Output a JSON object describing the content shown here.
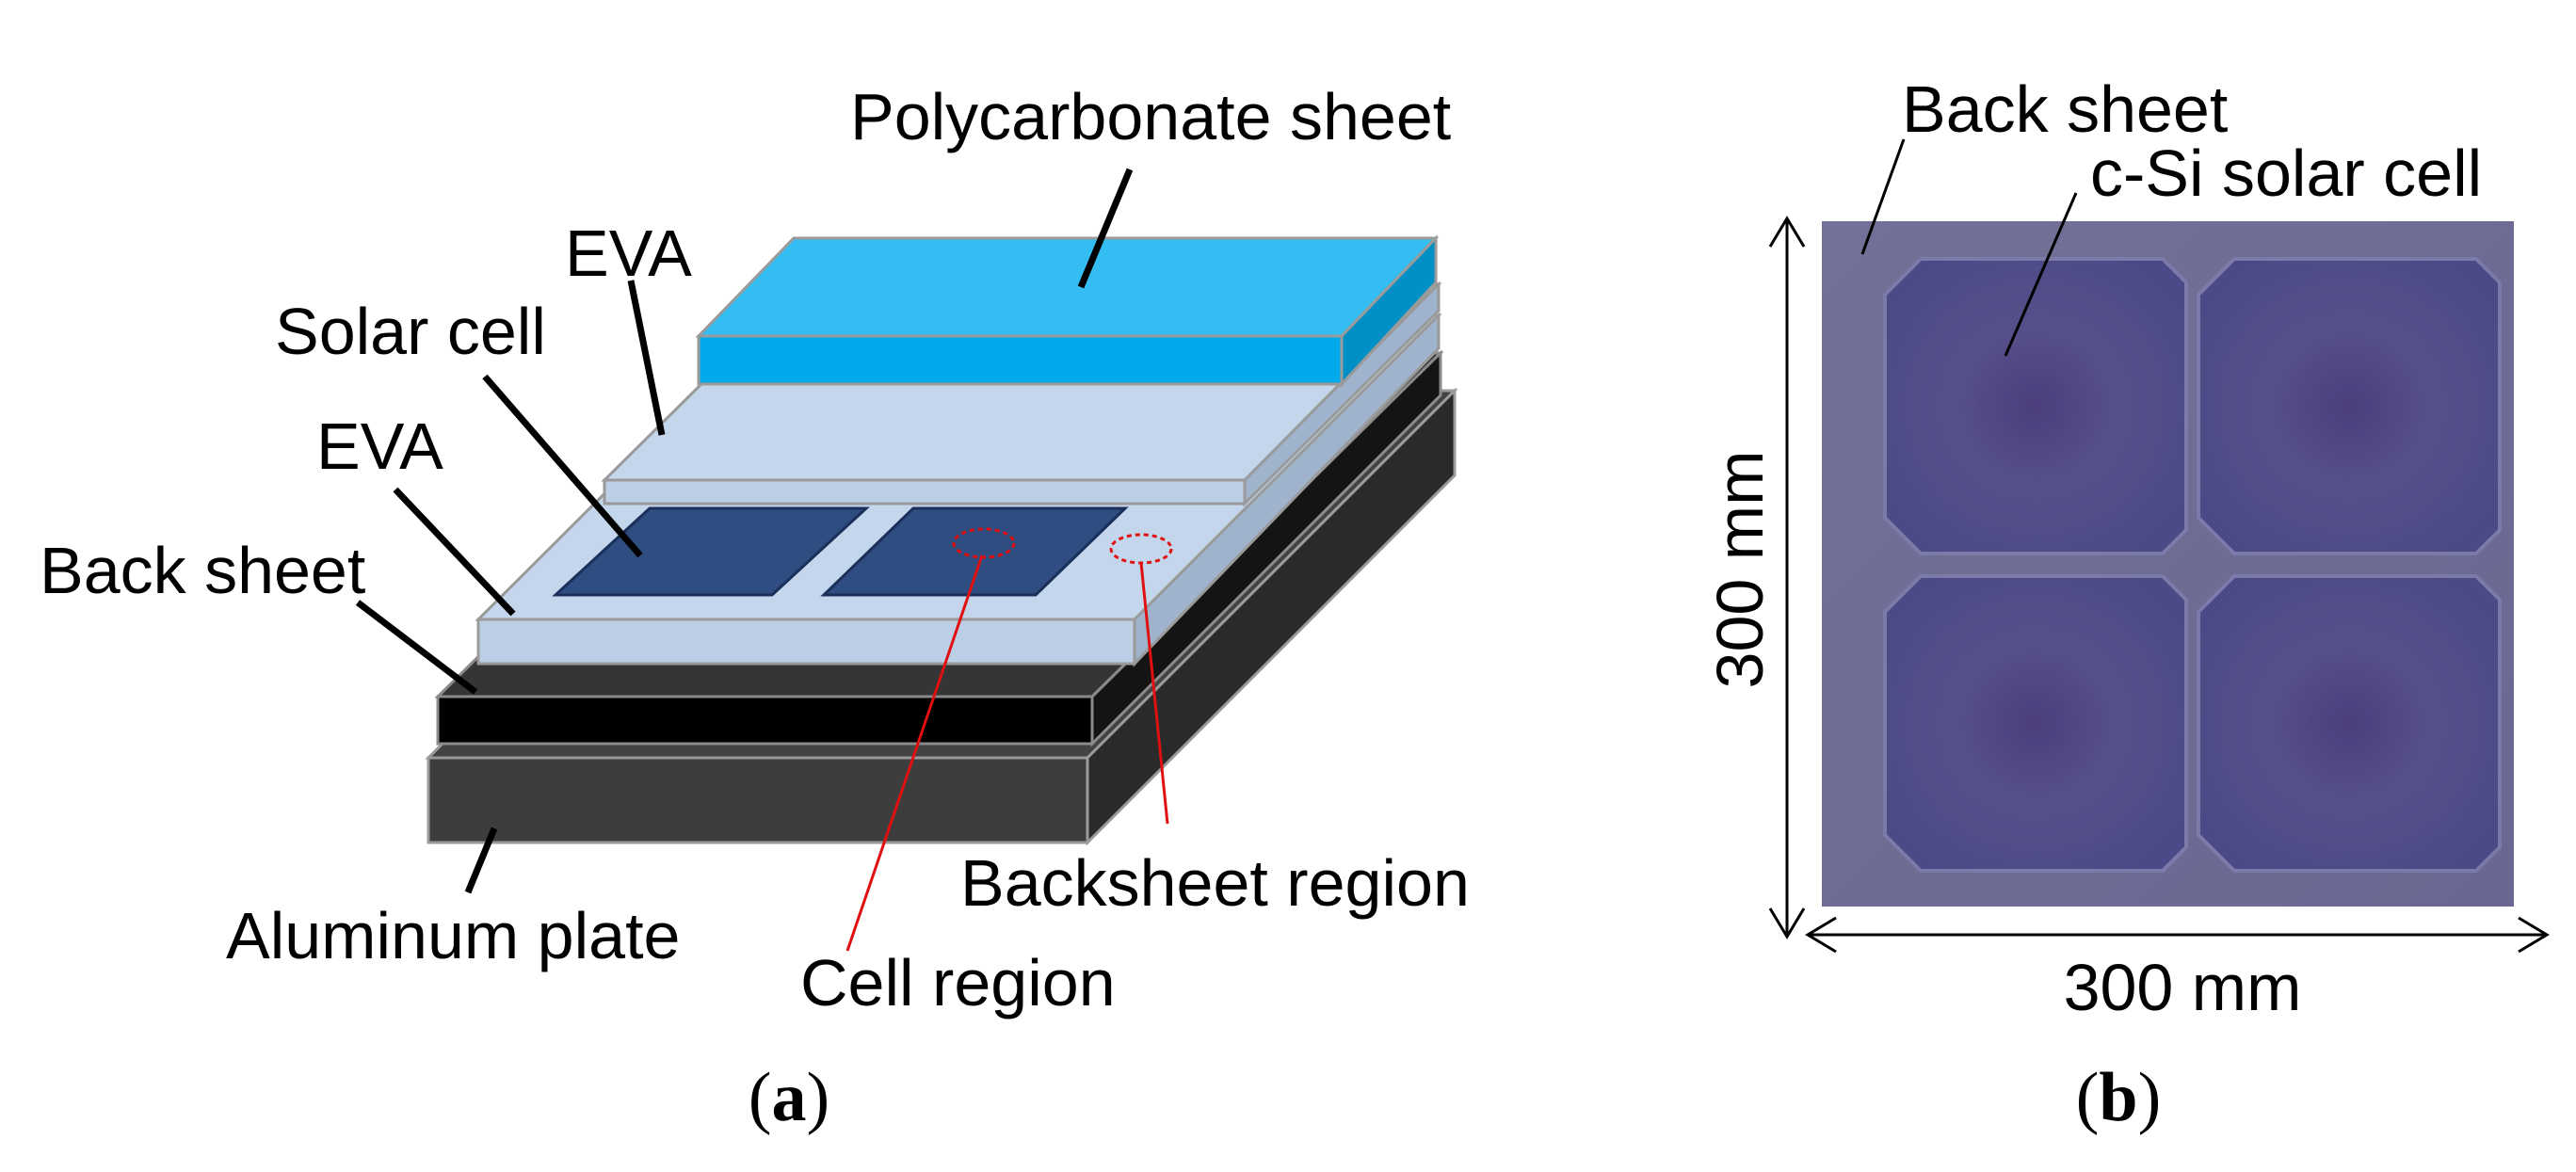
{
  "panel_a": {
    "labels": {
      "polycarbonate": "Polycarbonate sheet",
      "eva_top": "EVA",
      "solar_cell": "Solar cell",
      "eva_bottom": "EVA",
      "back_sheet": "Back sheet",
      "aluminum_plate": "Aluminum plate",
      "backsheet_region": "Backsheet region",
      "cell_region": "Cell region"
    },
    "caption": {
      "open": "(",
      "letter": "a",
      "close": ")"
    }
  },
  "panel_b": {
    "labels": {
      "back_sheet": "Back sheet",
      "solar_cell": "c-Si solar cell",
      "height": "300 mm",
      "width": "300 mm"
    },
    "caption": {
      "open": "(",
      "letter": "b",
      "close": ")"
    }
  },
  "colors": {
    "polycarbonate_top": "#33bdf2",
    "polycarbonate_front": "#00aaeb",
    "polycarbonate_side": "#0090c6",
    "eva_top": "#c4d6eb",
    "eva_front": "#bdcfe6",
    "eva_side": "#9fb3cc",
    "cell_fill": "#2f4d80",
    "backsheet_top": "#353535",
    "backsheet_front": "#000000",
    "backsheet_side": "#141414",
    "aluminum_top": "#434343",
    "aluminum_front": "#3d3d3d",
    "aluminum_side": "#2a2a2a",
    "region_marker": "#e01010",
    "module_background": "#6c6a96",
    "module_cell": "#4e4a86"
  }
}
